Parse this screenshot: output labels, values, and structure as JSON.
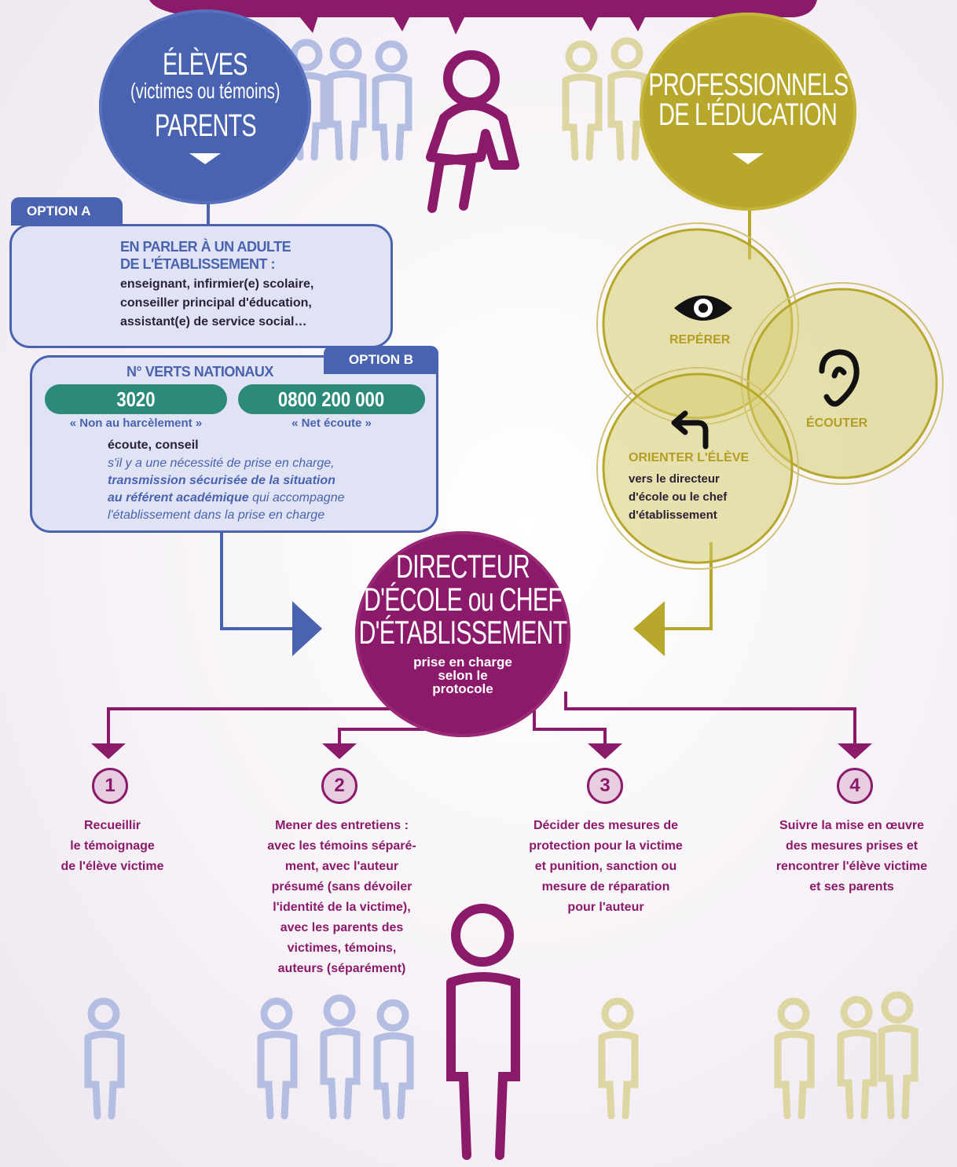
{
  "eleves_circle": {
    "title": "ÉLÈVES",
    "subtitle": "(victimes ou témoins)",
    "parents": "PARENTS"
  },
  "pros_circle": {
    "line1": "PROFESSIONNELS",
    "line2": "DE L'ÉDUCATION"
  },
  "option_a": {
    "tab": "OPTION A",
    "heading_line1": "EN PARLER À UN ADULTE",
    "heading_line2": "DE L'ÉTABLISSEMENT :",
    "body_line1": "enseignant, infirmier(e) scolaire,",
    "body_line2": "conseiller principal d'éducation,",
    "body_line3": "assistant(e) de service social…"
  },
  "option_b": {
    "tab": "OPTION B",
    "heading": "N° VERTS NATIONAUX",
    "numbers": [
      {
        "number": "3020",
        "caption": "« Non au harcèlement »"
      },
      {
        "number": "0800 200 000",
        "caption": "« Net écoute »"
      }
    ],
    "listen": "écoute, conseil",
    "italic_line1": "s'il y a une nécessité de prise en charge,",
    "italic_line2": "transmission sécurisée de la situation",
    "italic_line3_bold": "au référent académique",
    "italic_line3_rest": " qui accompagne",
    "italic_line4": "l'établissement dans la prise en charge"
  },
  "gold_circles": {
    "reperer": "REPÉRER",
    "ecouter": "ÉCOUTER",
    "orienter_title": "ORIENTER L'ÉLÈVE",
    "orienter_line1": "vers le directeur",
    "orienter_line2": "d'école ou le chef",
    "orienter_line3": "d'établissement"
  },
  "director": {
    "line1": "DIRECTEUR",
    "line2": "D'ÉCOLE ou CHEF",
    "line3": "D'ÉTABLISSEMENT",
    "sub1": "prise en charge",
    "sub2": "selon le",
    "sub3": "protocole"
  },
  "steps": [
    {
      "num": "1",
      "lines": [
        "Recueillir",
        "le témoignage",
        "de l'élève victime"
      ]
    },
    {
      "num": "2",
      "lines": [
        "Mener des entretiens :",
        "avec les témoins séparé-",
        "ment, avec l'auteur",
        "présumé (sans dévoiler",
        "l'identité de la victime),",
        "avec les parents des",
        "victimes, témoins,",
        "auteurs (séparément)"
      ]
    },
    {
      "num": "3",
      "lines": [
        "Décider des mesures de",
        "protection pour la victime",
        "et punition, sanction ou",
        "mesure de réparation",
        "pour l'auteur"
      ]
    },
    {
      "num": "4",
      "lines": [
        "Suivre la mise en œuvre",
        "des mesures prises et",
        "rencontrer l'élève victime",
        "et ses parents"
      ]
    }
  ],
  "colors": {
    "blue": "#4a63b0",
    "gold": "#b7a72a",
    "magenta": "#8c1a6a",
    "teal": "#2b8a79",
    "light_blue": "#dfe3f3"
  },
  "icons": [
    "chat-bubbles-icon",
    "magnifier-icon",
    "phone-icon",
    "eye-icon",
    "ear-icon",
    "turn-arrow-icon",
    "person-icon"
  ]
}
